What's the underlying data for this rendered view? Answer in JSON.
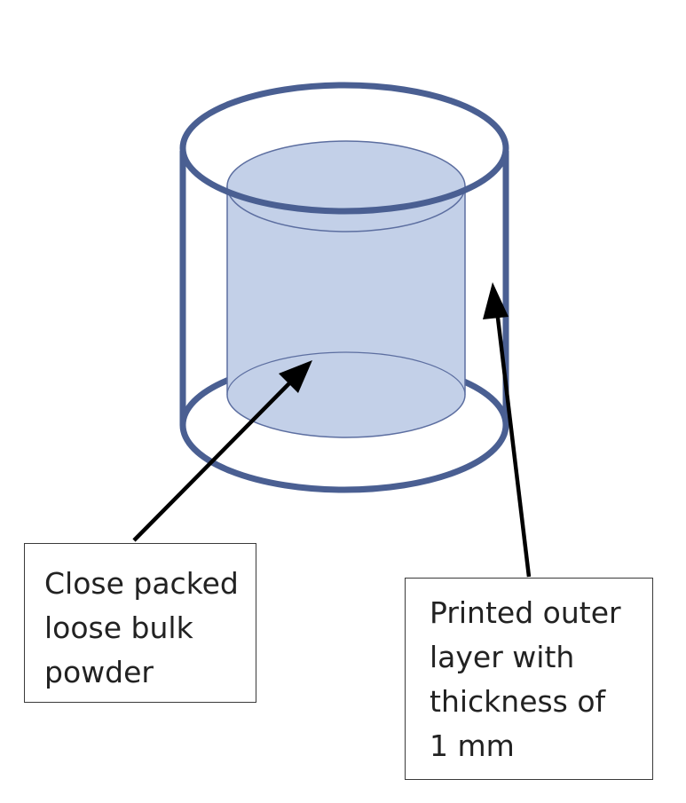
{
  "labels": {
    "inner_powder": {
      "lines": [
        "Close packed",
        "loose bulk",
        "powder"
      ]
    },
    "outer_layer": {
      "lines": [
        "Printed outer",
        "layer with",
        "thickness of",
        "1 mm"
      ]
    }
  },
  "colors": {
    "outer_wall": "#4a5f92",
    "inner_fill": "#c3d0e8",
    "inner_edge": "#5c6ea0",
    "arrow": "#000000",
    "box_border": "#3a3a3a",
    "text": "#222222"
  }
}
